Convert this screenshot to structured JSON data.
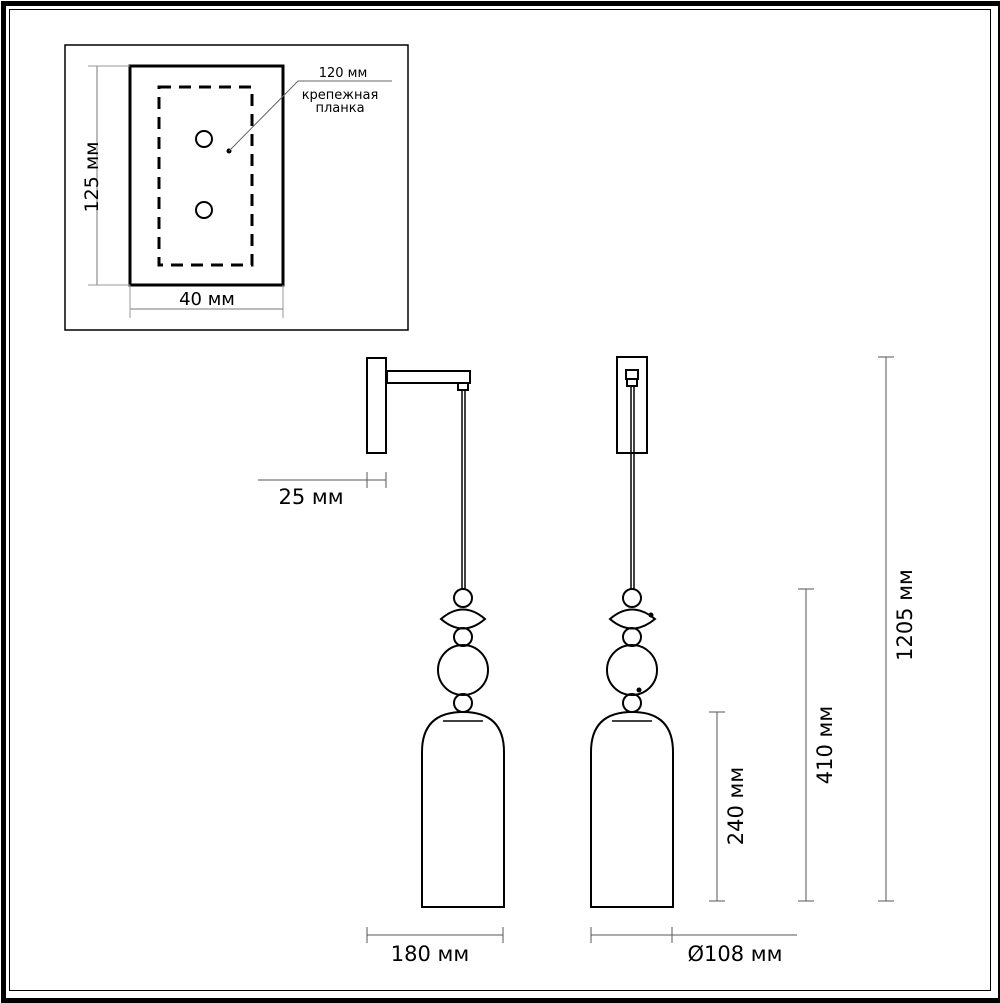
{
  "mounting_plate_detail": {
    "height_label": "125 мм",
    "width_label": "40 мм",
    "plate_length_label": "120 мм",
    "plate_name_line1": "крепежная",
    "plate_name_line2": "планка"
  },
  "side_view": {
    "wall_offset_label": "25 мм",
    "width_label": "180 мм"
  },
  "front_view": {
    "diameter_label": "Ø108 мм"
  },
  "vertical_dimensions": {
    "shade_height_label": "240 мм",
    "lamp_body_height_label": "410 мм",
    "total_height_label": "1205 мм"
  },
  "colors": {
    "line": "#000000",
    "dimension_line": "#555555",
    "background": "#ffffff"
  }
}
